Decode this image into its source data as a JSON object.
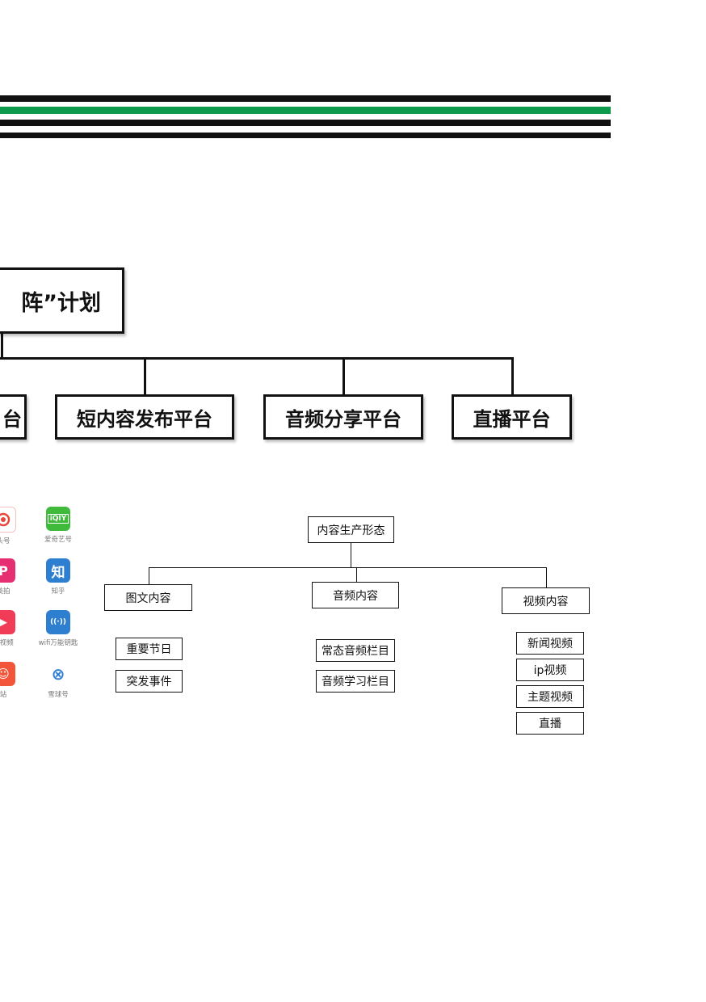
{
  "header": {
    "stripe_colors": [
      "#111111",
      "#0d9a4c",
      "#111111",
      "#111111"
    ]
  },
  "plan": {
    "title_partial": "阵”计划",
    "platforms": [
      {
        "label": "台"
      },
      {
        "label": "短内容发布平台"
      },
      {
        "label": "音频分享平台"
      },
      {
        "label": "直播平台"
      }
    ]
  },
  "apps": [
    {
      "name": "头条号",
      "visible": "头号",
      "icon": "swirl-icon",
      "color": "#e8463c"
    },
    {
      "name": "爱奇艺号",
      "visible": "爱奇艺号",
      "icon": "iqiyi-icon",
      "color": "#3fba3b",
      "glyph": "iQIY"
    },
    {
      "name": "美拍",
      "visible": "美拍",
      "icon": "meipai-icon",
      "color": "#e62e73",
      "glyph": "P"
    },
    {
      "name": "知乎",
      "visible": "知乎",
      "icon": "zhihu-icon",
      "color": "#2f7fd1",
      "glyph": "知"
    },
    {
      "name": "小视频",
      "visible": "小视频",
      "icon": "video-icon",
      "color": "#f03c57",
      "glyph": "▶"
    },
    {
      "name": "wifi万能钥匙",
      "visible": "wifi万能钥匙",
      "icon": "wifi-icon",
      "color": "#2f7fd1",
      "glyph": "((·))"
    },
    {
      "name": "B站",
      "visible": "站",
      "icon": "bilibili-icon",
      "color": "#f2553a",
      "glyph": "☺"
    },
    {
      "name": "雪球号",
      "visible": "雪球号",
      "icon": "xueqiu-icon",
      "color": "#ffffff",
      "glyph": "⊗"
    }
  ],
  "content_tree": {
    "root": "内容生产形态",
    "branches": [
      {
        "label": "图文内容",
        "items": [
          "重要节日",
          "突发事件"
        ]
      },
      {
        "label": "音频内容",
        "items": [
          "常态音频栏目",
          "音频学习栏目"
        ]
      },
      {
        "label": "视频内容",
        "items": [
          "新闻视频",
          "ip视频",
          "主题视频",
          "直播"
        ]
      }
    ]
  }
}
